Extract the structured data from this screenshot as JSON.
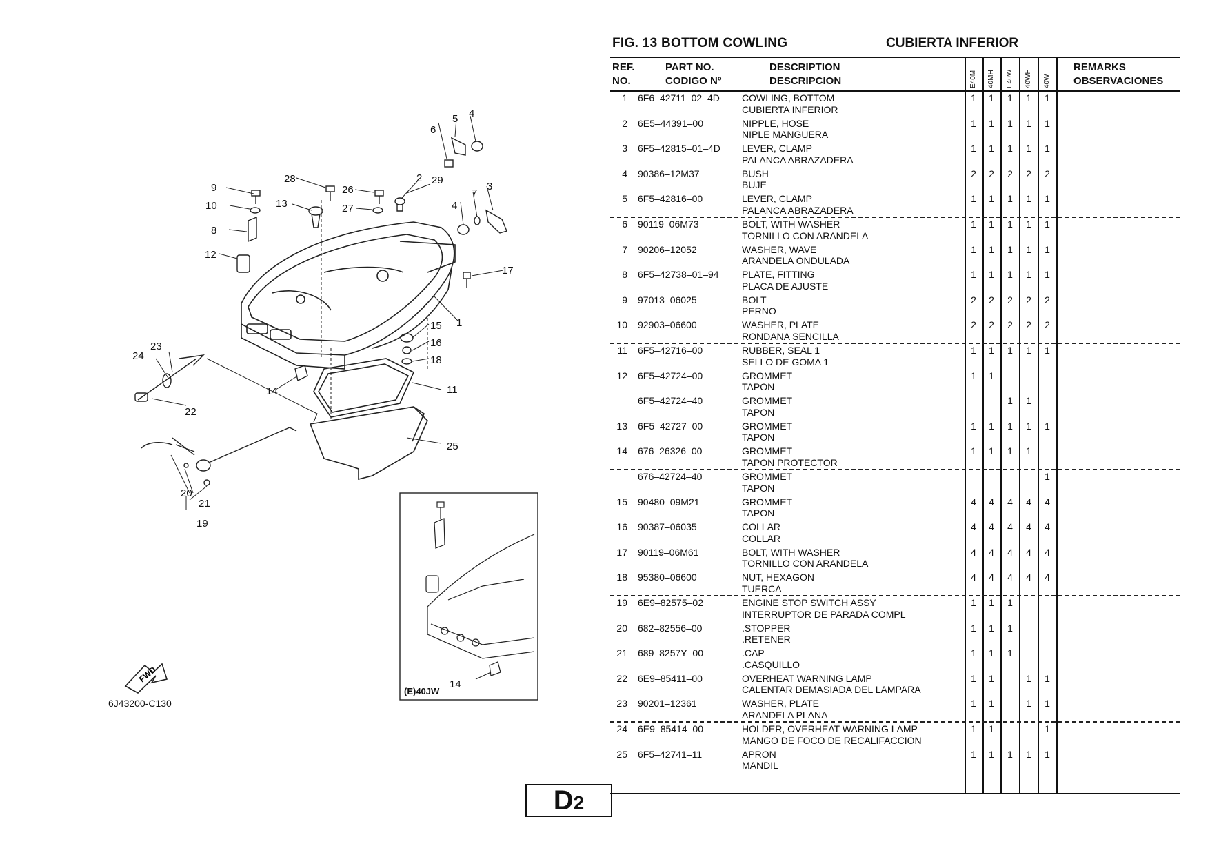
{
  "figure": {
    "title": "FIG.  13   BOTTOM COWLING",
    "title_es": "CUBIERTA INFERIOR",
    "drawing_code": "6J43200-C130",
    "inset_label": "(E)40JW",
    "fwd_label": "FWD",
    "page_mark": "D",
    "page_mark_sub": "2"
  },
  "table_headers": {
    "ref": "REF.",
    "no": "NO.",
    "part_no": "PART NO.",
    "codigo": "CODIGO Nº",
    "description": "DESCRIPTION",
    "descripcion": "DESCRIPCION",
    "models": [
      "E40M",
      "40MH",
      "E40W",
      "40WH",
      "40W"
    ],
    "remarks": "REMARKS",
    "observaciones": "OBSERVACIONES"
  },
  "callouts": {
    "n1": "1",
    "n2": "2",
    "n3": "3",
    "n4": "4",
    "n4b": "4",
    "n5": "5",
    "n6": "6",
    "n7": "7",
    "n8": "8",
    "n9": "9",
    "n10": "10",
    "n11": "11",
    "n12": "12",
    "n13": "13",
    "n14": "14",
    "n14b": "14",
    "n15": "15",
    "n16": "16",
    "n17": "17",
    "n18": "18",
    "n19": "19",
    "n20": "20",
    "n21": "21",
    "n22": "22",
    "n23": "23",
    "n24": "24",
    "n25": "25",
    "n26": "26",
    "n27": "27",
    "n28": "28",
    "n29": "29"
  },
  "parts": [
    {
      "ref": "1",
      "part": "6F6–42711–02–4D",
      "desc_en": "COWLING, BOTTOM",
      "desc_es": "CUBIERTA INFERIOR",
      "qty": [
        "1",
        "1",
        "1",
        "1",
        "1"
      ]
    },
    {
      "ref": "2",
      "part": "6E5–44391–00",
      "desc_en": "NIPPLE, HOSE",
      "desc_es": "NIPLE MANGUERA",
      "qty": [
        "1",
        "1",
        "1",
        "1",
        "1"
      ]
    },
    {
      "ref": "3",
      "part": "6F5–42815–01–4D",
      "desc_en": "LEVER, CLAMP",
      "desc_es": "PALANCA  ABRAZADERA",
      "qty": [
        "1",
        "1",
        "1",
        "1",
        "1"
      ]
    },
    {
      "ref": "4",
      "part": "90386–12M37",
      "desc_en": "BUSH",
      "desc_es": "BUJE",
      "qty": [
        "2",
        "2",
        "2",
        "2",
        "2"
      ]
    },
    {
      "ref": "5",
      "part": "6F5–42816–00",
      "desc_en": "LEVER, CLAMP",
      "desc_es": "PALANCA  ABRAZADERA",
      "qty": [
        "1",
        "1",
        "1",
        "1",
        "1"
      ]
    },
    {
      "ref": "6",
      "part": "90119–06M73",
      "desc_en": "BOLT, WITH WASHER",
      "desc_es": "TORNILLO CON ARANDELA",
      "qty": [
        "1",
        "1",
        "1",
        "1",
        "1"
      ]
    },
    {
      "ref": "7",
      "part": "90206–12052",
      "desc_en": "WASHER, WAVE",
      "desc_es": "ARANDELA  ONDULADA",
      "qty": [
        "1",
        "1",
        "1",
        "1",
        "1"
      ]
    },
    {
      "ref": "8",
      "part": "6F5–42738–01–94",
      "desc_en": "PLATE, FITTING",
      "desc_es": "PLACA DE AJUSTE",
      "qty": [
        "1",
        "1",
        "1",
        "1",
        "1"
      ]
    },
    {
      "ref": "9",
      "part": "97013–06025",
      "desc_en": "BOLT",
      "desc_es": "PERNO",
      "qty": [
        "2",
        "2",
        "2",
        "2",
        "2"
      ]
    },
    {
      "ref": "10",
      "part": "92903–06600",
      "desc_en": "WASHER, PLATE",
      "desc_es": "RONDANA  SENCILLA",
      "qty": [
        "2",
        "2",
        "2",
        "2",
        "2"
      ]
    },
    {
      "ref": "11",
      "part": "6F5–42716–00",
      "desc_en": "RUBBER, SEAL 1",
      "desc_es": "SELLO DE GOMA 1",
      "qty": [
        "1",
        "1",
        "1",
        "1",
        "1"
      ]
    },
    {
      "ref": "12",
      "part": "6F5–42724–00",
      "desc_en": "GROMMET",
      "desc_es": "TAPON",
      "qty": [
        "1",
        "1",
        "",
        "",
        ""
      ]
    },
    {
      "ref": "",
      "part": "6F5–42724–40",
      "desc_en": "GROMMET",
      "desc_es": "TAPON",
      "qty": [
        "",
        "",
        "1",
        "1",
        ""
      ]
    },
    {
      "ref": "13",
      "part": "6F5–42727–00",
      "desc_en": "GROMMET",
      "desc_es": "TAPON",
      "qty": [
        "1",
        "1",
        "1",
        "1",
        "1"
      ]
    },
    {
      "ref": "14",
      "part": "676–26326–00",
      "desc_en": "GROMMET",
      "desc_es": "TAPON PROTECTOR",
      "qty": [
        "1",
        "1",
        "1",
        "1",
        ""
      ]
    },
    {
      "ref": "",
      "part": "676–42724–40",
      "desc_en": "GROMMET",
      "desc_es": "TAPON",
      "qty": [
        "",
        "",
        "",
        "",
        "1"
      ]
    },
    {
      "ref": "15",
      "part": "90480–09M21",
      "desc_en": "GROMMET",
      "desc_es": "TAPON",
      "qty": [
        "4",
        "4",
        "4",
        "4",
        "4"
      ]
    },
    {
      "ref": "16",
      "part": "90387–06035",
      "desc_en": "COLLAR",
      "desc_es": "COLLAR",
      "qty": [
        "4",
        "4",
        "4",
        "4",
        "4"
      ]
    },
    {
      "ref": "17",
      "part": "90119–06M61",
      "desc_en": "BOLT, WITH WASHER",
      "desc_es": "TORNILLO CON ARANDELA",
      "qty": [
        "4",
        "4",
        "4",
        "4",
        "4"
      ]
    },
    {
      "ref": "18",
      "part": "95380–06600",
      "desc_en": "NUT, HEXAGON",
      "desc_es": "TUERCA",
      "qty": [
        "4",
        "4",
        "4",
        "4",
        "4"
      ]
    },
    {
      "ref": "19",
      "part": "6E9–82575–02",
      "desc_en": "ENGINE STOP SWITCH ASSY",
      "desc_es": "INTERRUPTOR DE PARADA COMPL",
      "qty": [
        "1",
        "1",
        "1",
        "",
        ""
      ]
    },
    {
      "ref": "20",
      "part": "682–82556–00",
      "desc_en": ".STOPPER",
      "desc_es": ".RETENER",
      "qty": [
        "1",
        "1",
        "1",
        "",
        ""
      ]
    },
    {
      "ref": "21",
      "part": "689–8257Y–00",
      "desc_en": ".CAP",
      "desc_es": ".CASQUILLO",
      "qty": [
        "1",
        "1",
        "1",
        "",
        ""
      ]
    },
    {
      "ref": "22",
      "part": "6E9–85411–00",
      "desc_en": "OVERHEAT WARNING LAMP",
      "desc_es": "CALENTAR DEMASIADA DEL LAMPARA",
      "qty": [
        "1",
        "1",
        "",
        "1",
        "1"
      ]
    },
    {
      "ref": "23",
      "part": "90201–12361",
      "desc_en": "WASHER, PLATE",
      "desc_es": "ARANDELA PLANA",
      "qty": [
        "1",
        "1",
        "",
        "1",
        "1"
      ]
    },
    {
      "ref": "24",
      "part": "6E9–85414–00",
      "desc_en": "HOLDER, OVERHEAT WARNING LAMP",
      "desc_es": "MANGO DE FOCO DE RECALIFACCION",
      "qty": [
        "1",
        "1",
        "",
        "",
        "1"
      ]
    },
    {
      "ref": "25",
      "part": "6F5–42741–11",
      "desc_en": "APRON",
      "desc_es": "MANDIL",
      "qty": [
        "1",
        "1",
        "1",
        "1",
        "1"
      ]
    }
  ]
}
